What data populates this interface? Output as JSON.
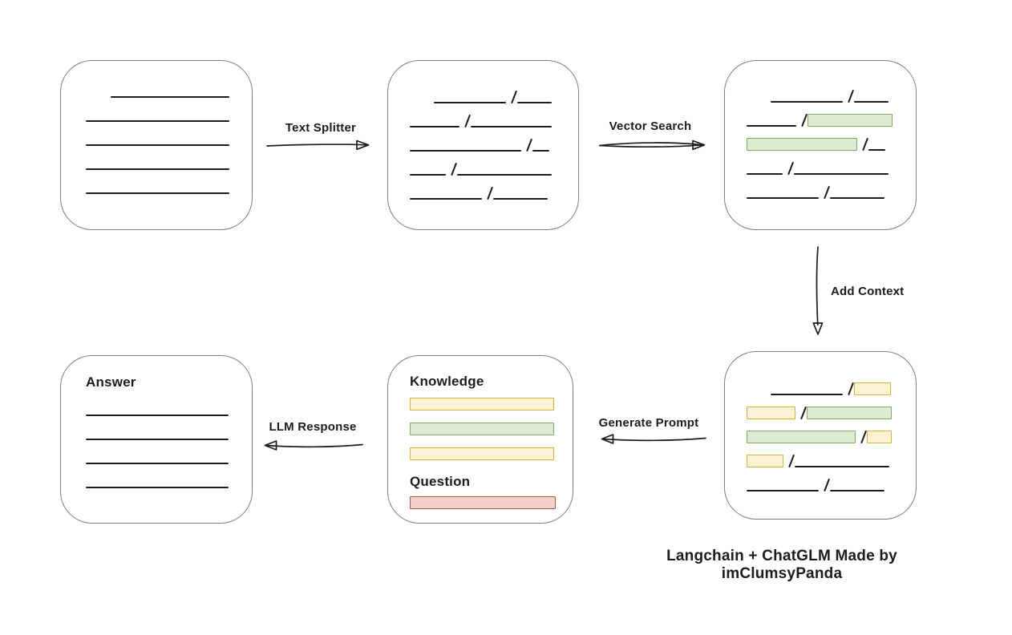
{
  "diagram": {
    "caption": "Langchain + ChatGLM Made by imClumsyPanda",
    "colors": {
      "line": "#1c1c1c",
      "box_border": "#7d7d7d",
      "green_fill": "#dcebd2",
      "green_border": "#85ab61",
      "yellow_fill": "#fdf3d4",
      "yellow_border": "#d9b23f",
      "red_fill": "#f5cfca",
      "red_border": "#b9524e"
    },
    "arrows": {
      "text_splitter": {
        "label": "Text Splitter",
        "direction": "right"
      },
      "vector_search": {
        "label": "Vector Search",
        "direction": "right"
      },
      "add_context": {
        "label": "Add Context",
        "direction": "down"
      },
      "generate_prompt": {
        "label": "Generate Prompt",
        "direction": "left"
      },
      "llm_response": {
        "label": "LLM Response",
        "direction": "left"
      }
    },
    "boxes": {
      "document": {
        "rows": [
          [
            {
              "t": "gap",
              "w": 31
            },
            {
              "t": "line",
              "w": 148
            }
          ],
          [
            {
              "t": "line",
              "w": 179
            }
          ],
          [
            {
              "t": "line",
              "w": 179
            }
          ],
          [
            {
              "t": "line",
              "w": 179
            }
          ],
          [
            {
              "t": "line",
              "w": 179
            }
          ]
        ]
      },
      "split_text": {
        "rows": [
          [
            {
              "t": "gap",
              "w": 30
            },
            {
              "t": "line",
              "w": 90
            },
            {
              "t": "slash"
            },
            {
              "t": "line",
              "w": 43
            }
          ],
          [
            {
              "t": "line",
              "w": 62
            },
            {
              "t": "slash"
            },
            {
              "t": "line",
              "w": 101
            }
          ],
          [
            {
              "t": "line",
              "w": 139
            },
            {
              "t": "slash"
            },
            {
              "t": "line",
              "w": 21
            }
          ],
          [
            {
              "t": "line",
              "w": 45
            },
            {
              "t": "slash"
            },
            {
              "t": "line",
              "w": 118
            }
          ],
          [
            {
              "t": "line",
              "w": 90
            },
            {
              "t": "slash"
            },
            {
              "t": "line",
              "w": 68
            }
          ]
        ]
      },
      "vector_matches": {
        "rows": [
          [
            {
              "t": "gap",
              "w": 30
            },
            {
              "t": "line",
              "w": 90
            },
            {
              "t": "slash"
            },
            {
              "t": "line",
              "w": 43
            }
          ],
          [
            {
              "t": "line",
              "w": 62
            },
            {
              "t": "slash"
            },
            {
              "t": "green",
              "w": 106
            }
          ],
          [
            {
              "t": "green",
              "w": 138
            },
            {
              "t": "slash"
            },
            {
              "t": "line",
              "w": 21
            }
          ],
          [
            {
              "t": "line",
              "w": 45
            },
            {
              "t": "slash"
            },
            {
              "t": "line",
              "w": 118
            }
          ],
          [
            {
              "t": "line",
              "w": 90
            },
            {
              "t": "slash"
            },
            {
              "t": "line",
              "w": 68
            }
          ]
        ]
      },
      "context_chunks": {
        "rows": [
          [
            {
              "t": "gap",
              "w": 30
            },
            {
              "t": "line",
              "w": 90
            },
            {
              "t": "slash"
            },
            {
              "t": "yellow",
              "w": 46
            }
          ],
          [
            {
              "t": "yellow",
              "w": 61
            },
            {
              "t": "slash"
            },
            {
              "t": "green",
              "w": 106
            }
          ],
          [
            {
              "t": "green",
              "w": 136
            },
            {
              "t": "slash"
            },
            {
              "t": "yellow",
              "w": 31
            }
          ],
          [
            {
              "t": "yellow",
              "w": 46
            },
            {
              "t": "slash"
            },
            {
              "t": "line",
              "w": 118
            }
          ],
          [
            {
              "t": "line",
              "w": 90
            },
            {
              "t": "slash"
            },
            {
              "t": "line",
              "w": 68
            }
          ]
        ]
      },
      "prompt": {
        "knowledge_label": "Knowledge",
        "knowledge_bars": [
          {
            "t": "yellow",
            "w": 180
          },
          {
            "t": "green",
            "w": 180
          },
          {
            "t": "yellow",
            "w": 180
          }
        ],
        "question_label": "Question",
        "question_bars": [
          {
            "t": "red",
            "w": 182
          }
        ]
      },
      "answer": {
        "label": "Answer",
        "rows": [
          [
            {
              "t": "line",
              "w": 178
            }
          ],
          [
            {
              "t": "line",
              "w": 178
            }
          ],
          [
            {
              "t": "line",
              "w": 178
            }
          ],
          [
            {
              "t": "line",
              "w": 178
            }
          ]
        ]
      }
    }
  }
}
